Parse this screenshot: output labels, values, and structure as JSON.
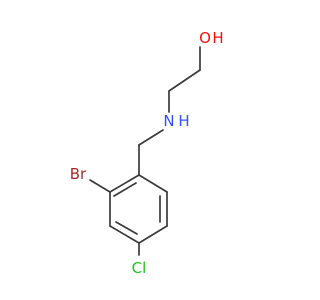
{
  "molecule": {
    "atoms": {
      "oxygen": {
        "label": "O",
        "color": "#ff0d0d"
      },
      "hydrogen": {
        "label": "H",
        "color": "#ff0d0d"
      },
      "nitrogen": {
        "label": "N",
        "color": "#3050f8"
      },
      "nitrogen_h": {
        "label": "H",
        "color": "#3050f8"
      },
      "bromine": {
        "label": "Br",
        "color": "#a62929"
      },
      "chlorine": {
        "label": "Cl",
        "color": "#1fbf1f"
      }
    },
    "bond_color": "#3a3a3a"
  }
}
